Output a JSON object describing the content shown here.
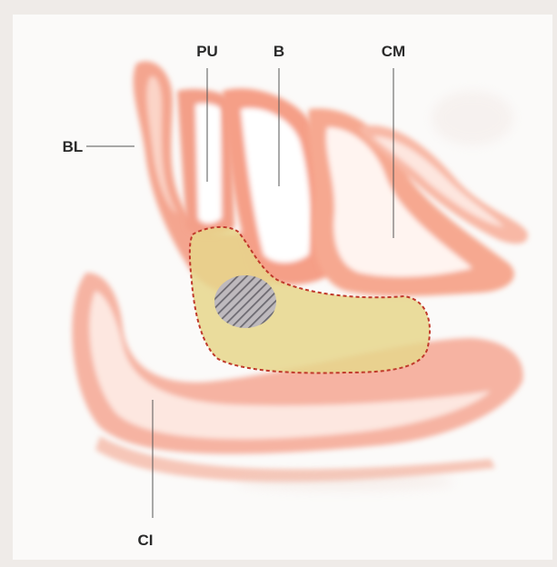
{
  "figure": {
    "labels": {
      "pu": "PU",
      "b": "B",
      "cm": "CM",
      "bl": "BL",
      "ci": "CI"
    },
    "colors": {
      "background": "#f4f1ee",
      "frame": "#ffffff",
      "tissue": "#f4a996",
      "tissue_light": "#f9cfc2",
      "lumen": "#ffffff",
      "region_fill": "#e5d68e",
      "region_border": "#c0392b",
      "hatch": "#6b6b78"
    },
    "icons": [
      "hatched-lesion"
    ]
  }
}
